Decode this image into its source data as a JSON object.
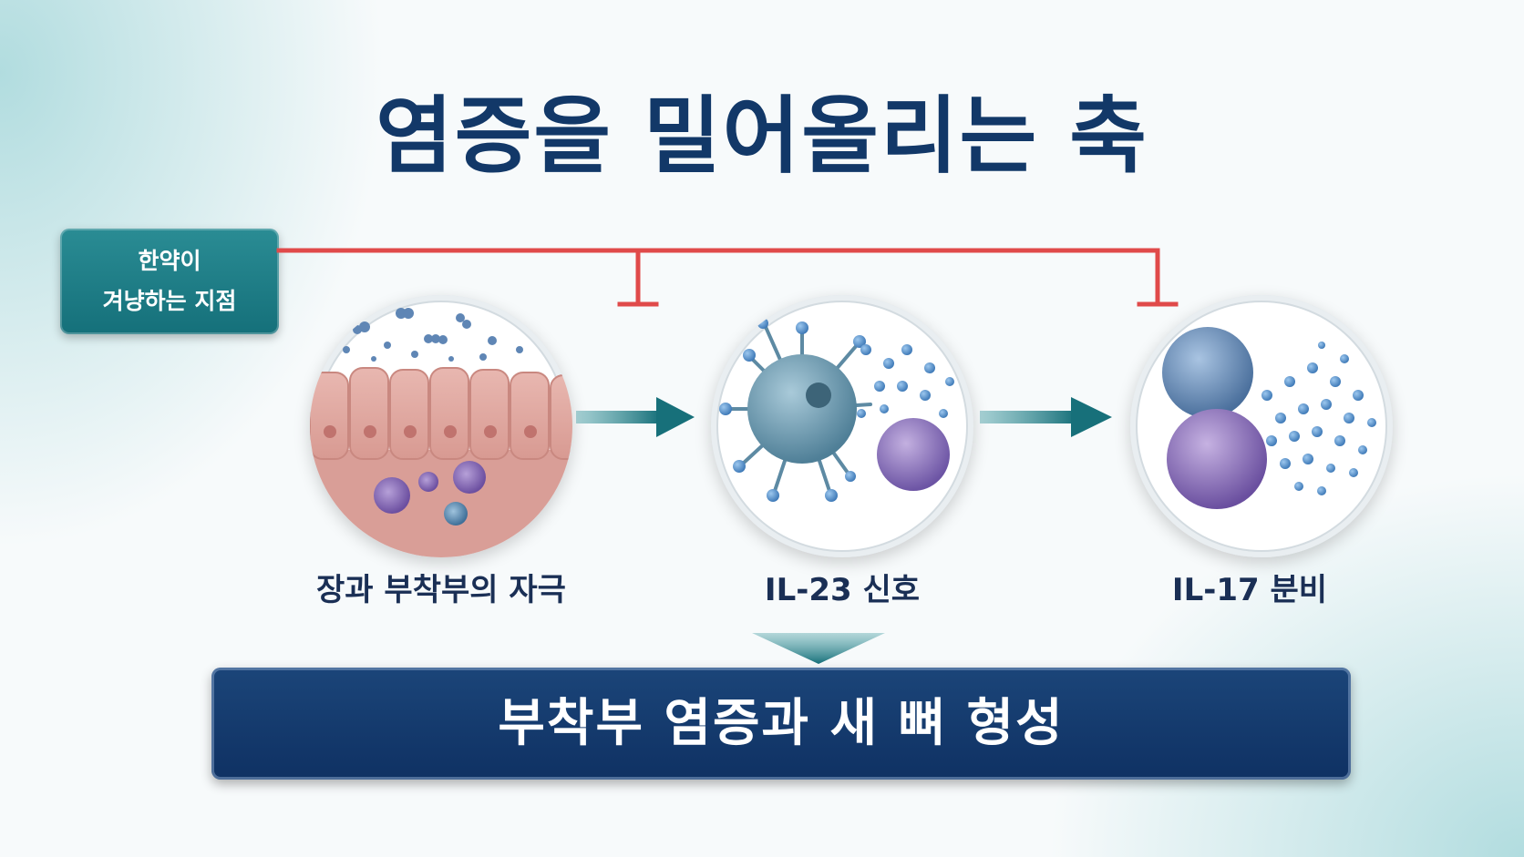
{
  "title": "염증을 밀어올리는 축",
  "target_box": {
    "line1": "한약이",
    "line2": "겨냥하는 지점"
  },
  "stages": [
    {
      "label": "장과 부착부의 자극"
    },
    {
      "label": "IL-23 신호"
    },
    {
      "label": "IL-17 분비"
    }
  ],
  "result": "부착부 염증과 새 뼈 형성",
  "colors": {
    "title": "#123868",
    "target_box": "#1f7f88",
    "inhibit_line": "#e04a4a",
    "flow_arrow": "#1e7d86",
    "result_box": "#123868"
  }
}
